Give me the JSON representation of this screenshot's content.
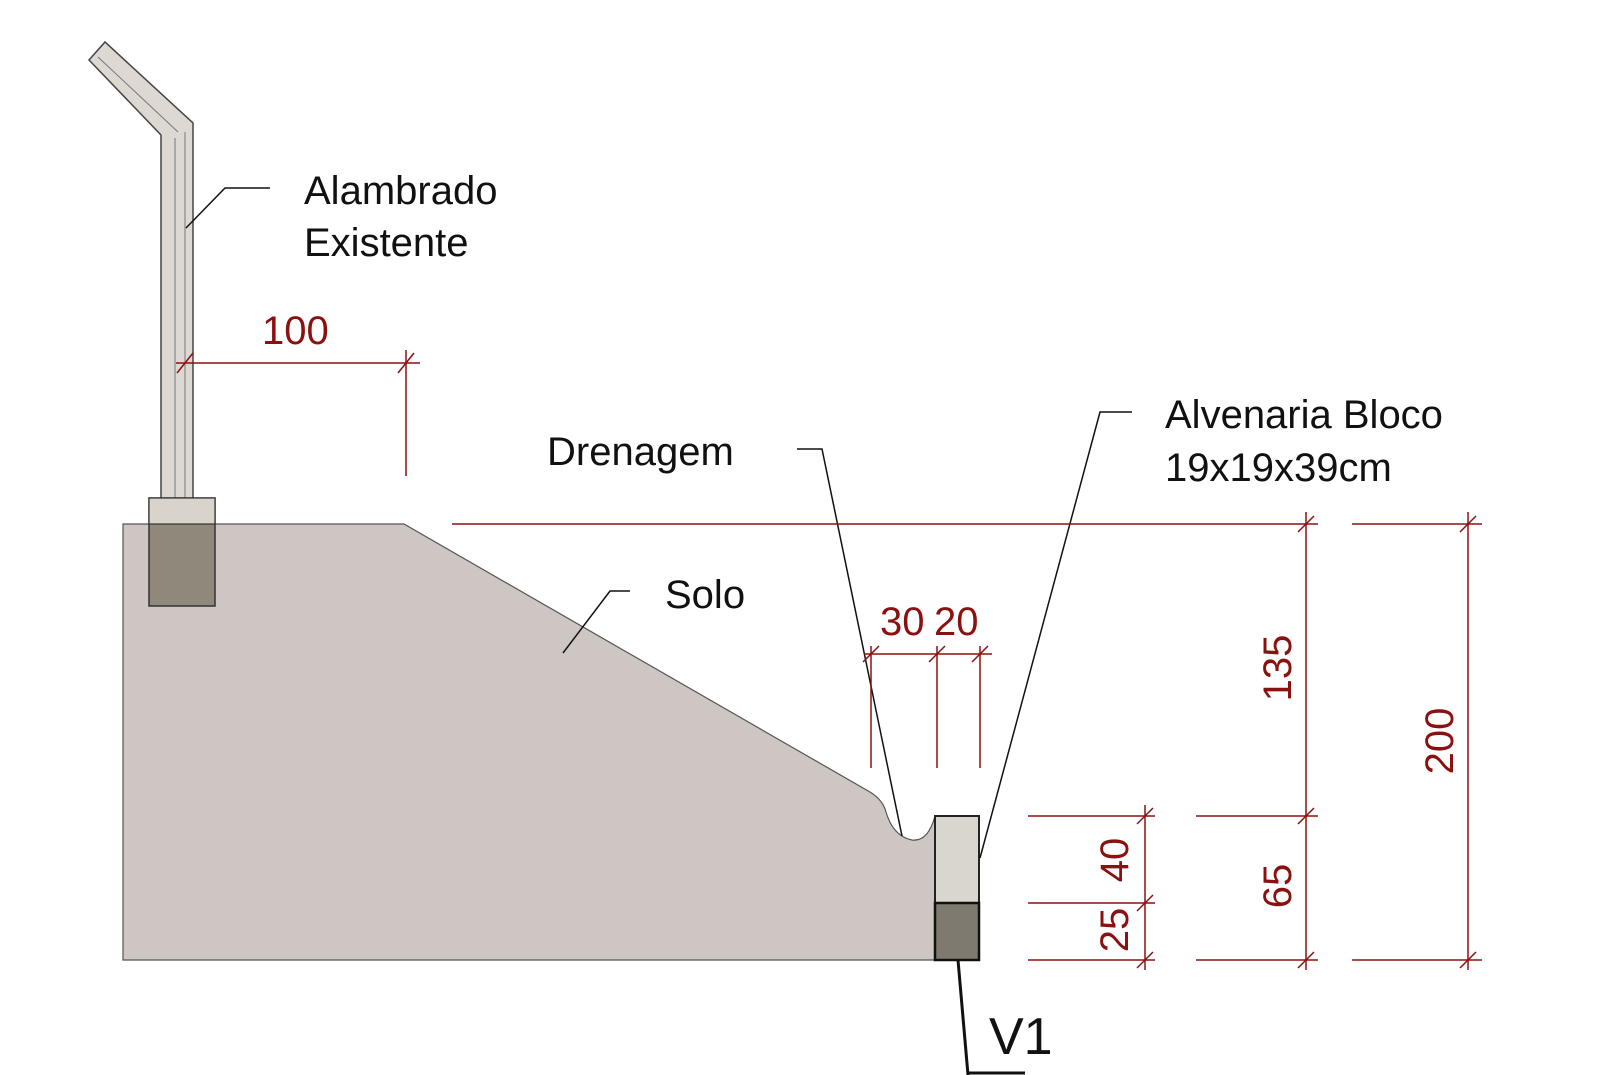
{
  "labels": {
    "fence_line1": "Alambrado",
    "fence_line2": "Existente",
    "drainage": "Drenagem",
    "soil": "Solo",
    "masonry_line1": "Alvenaria Bloco",
    "masonry_line2": "19x19x39cm",
    "beam": "V1"
  },
  "dimensions": {
    "offset_top": "100",
    "drain_width": "30",
    "wall_width": "20",
    "slope_height": "135",
    "total_height": "200",
    "wall_height": "40",
    "beam_height": "25",
    "base_height": "65"
  },
  "colors": {
    "dimension": "#8b1010",
    "soil": "#cdc6c2",
    "post": "#ddd8d2",
    "footing": "#8f887b",
    "block": "#d8d6cf",
    "beam_fill": "#7f7a70"
  }
}
